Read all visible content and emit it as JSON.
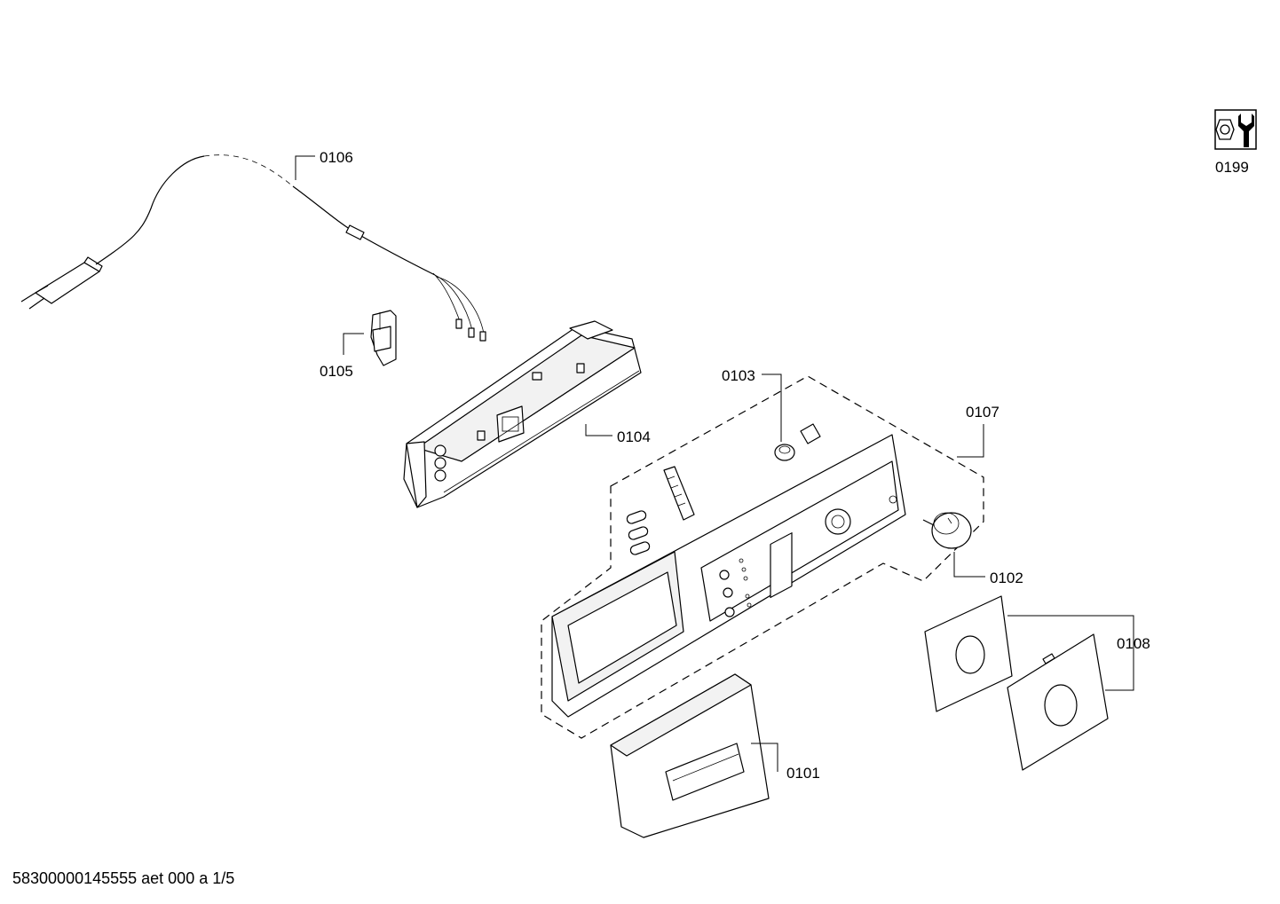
{
  "footer": "58300000145555 aet 000 a 1/5",
  "parts": {
    "p0101": "0101",
    "p0102": "0102",
    "p0103": "0103",
    "p0104": "0104",
    "p0105": "0105",
    "p0106": "0106",
    "p0107": "0107",
    "p0108": "0108",
    "p0199": "0199"
  },
  "icons": {
    "service_kit": "wrench-nut-icon"
  }
}
